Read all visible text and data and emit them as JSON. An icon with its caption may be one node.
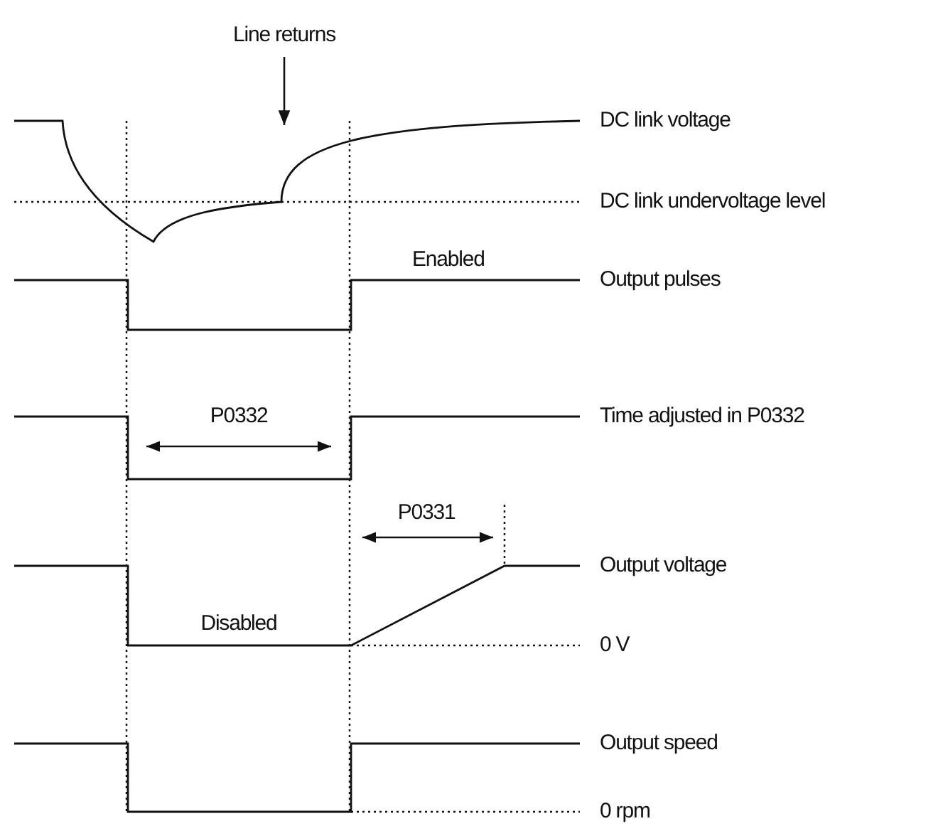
{
  "diagram": {
    "nodes": [
      {
        "text": [
          "Line returns"
        ]
      },
      {
        "text": [],
        "shape": "curve"
      }
    ],
    "edges": [
      {
        "from": 0,
        "to": 1,
        "arrow": "to"
      }
    ],
    "labels": [
      "DC link voltage",
      "DC link undervoltage level",
      "Enabled",
      "Output pulses",
      "P0332",
      "Time adjusted in P0332",
      "P0331",
      "Output voltage",
      "Disabled",
      "0 V",
      "Output speed",
      "0 rpm"
    ]
  }
}
